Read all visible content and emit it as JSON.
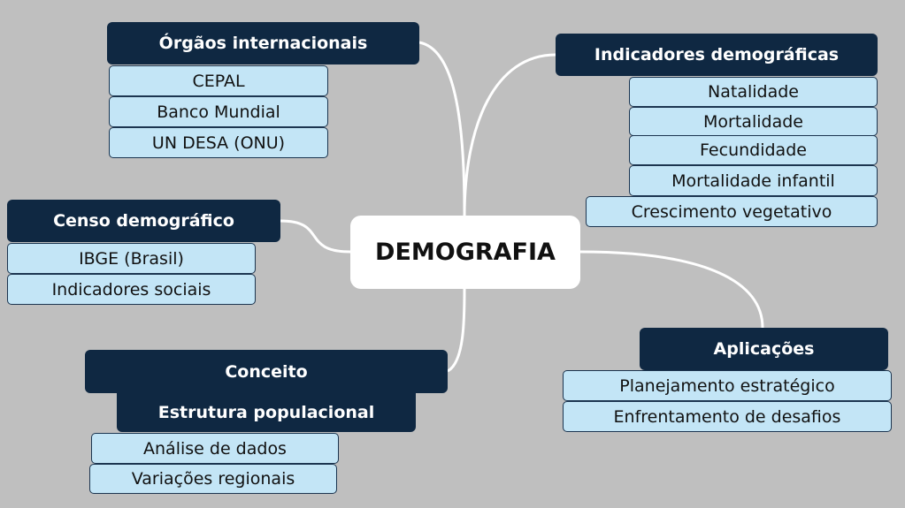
{
  "center": "DEMOGRAFIA",
  "orgaos": {
    "title": "Órgãos internacionais",
    "items": [
      "CEPAL",
      "Banco Mundial",
      "UN DESA (ONU)"
    ]
  },
  "indicadores": {
    "title": "Indicadores demográficas",
    "items": [
      "Natalidade",
      "Mortalidade",
      "Fecundidade",
      "Mortalidade infantil",
      "Crescimento vegetativo"
    ]
  },
  "censo": {
    "title": "Censo demográfico",
    "items": [
      "IBGE (Brasil)",
      "Indicadores sociais"
    ]
  },
  "aplicacoes": {
    "title": "Aplicações",
    "items": [
      "Planejamento estratégico",
      "Enfrentamento de desafios"
    ]
  },
  "conceito": {
    "title": "Conceito",
    "subtitle": "Estrutura populacional",
    "items": [
      "Análise de dados",
      "Variações regionais"
    ]
  }
}
